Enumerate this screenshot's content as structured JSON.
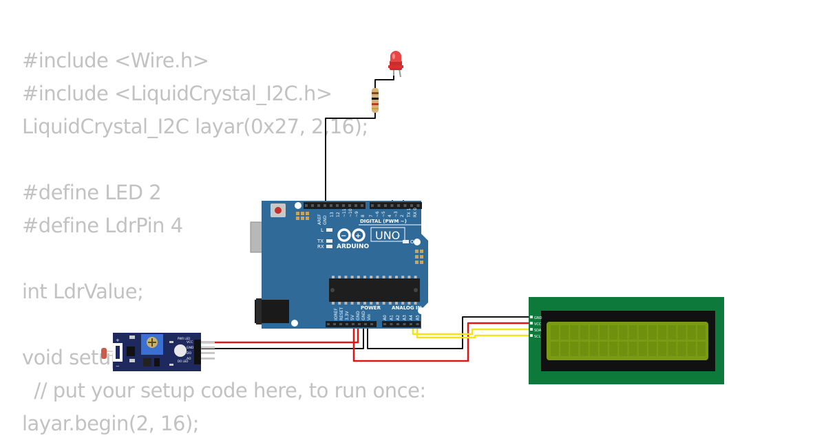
{
  "code_lines": [
    "#include <Wire.h>",
    "#include <LiquidCrystal_I2C.h>",
    "LiquidCrystal_I2C layar(0x27, 2,16);",
    "",
    "#define LED 2",
    "#define LdrPin 4",
    "",
    "int LdrValue;",
    "",
    "void setup() {",
    "  // put your setup code here, to run once:",
    "layar.begin(2, 16);"
  ],
  "arduino": {
    "brand": "ARDUINO",
    "model": "UNO",
    "digital_label": "DIGITAL (PWM ~)",
    "power_label": "POWER",
    "analog_label": "ANALOG IN",
    "l_label": "L",
    "tx_label": "TX",
    "rx_label": "RX",
    "on_label": "ON",
    "aref_label": "AREF",
    "gnd_label": "GND",
    "digital_pins": [
      "13",
      "12",
      "~11",
      "~10",
      "~9",
      "8",
      "7",
      "~6",
      "~5",
      "4",
      "~3",
      "2",
      "TX 1",
      "RX 0"
    ],
    "power_pins": [
      "IOREF",
      "RESET",
      "3.3V",
      "5V",
      "GND",
      "GND",
      "Vin"
    ],
    "analog_pins": [
      "A0",
      "A1",
      "A2",
      "A3",
      "A4",
      "A5"
    ]
  },
  "ldr_module": {
    "pin_labels": [
      "VCC",
      "GND",
      "DO",
      "AO"
    ],
    "led_labels": [
      "PWR LED",
      "DO LED"
    ]
  },
  "lcd": {
    "pin_labels": [
      "GND",
      "VCC",
      "SDA",
      "SCL"
    ]
  },
  "colors": {
    "code_text": "#c2c2c2",
    "board_blue": "#2f6a98",
    "wire_red": "#e01515",
    "wire_black": "#111111",
    "wire_yellow": "#f2e31a",
    "lcd_pcb": "#0d7a3c",
    "lcd_screen": "#7a9c12",
    "led_red": "#e83a3a",
    "module_blue": "#1e2a5e"
  }
}
